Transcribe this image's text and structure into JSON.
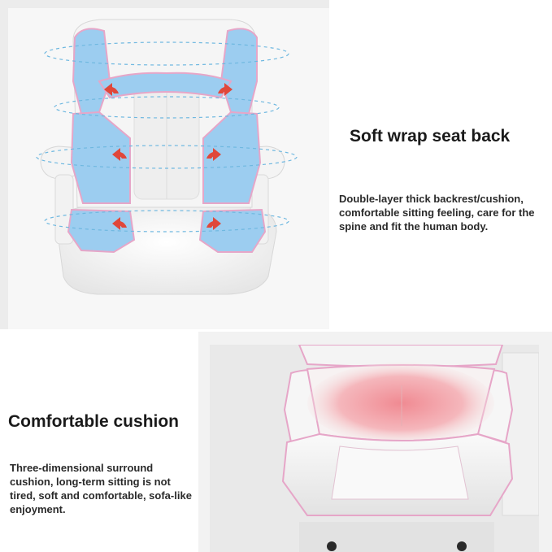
{
  "features": [
    {
      "title": "Soft wrap seat back",
      "description": "Double-layer thick backrest/cushion, comfortable sitting feeling, care for the spine and fit the human body."
    },
    {
      "title": "Comfortable cushion",
      "description": "Three-dimensional surround cushion, long-term sitting is not tired, soft and comfortable, sofa-like enjoyment."
    }
  ],
  "colors": {
    "background": "#ffffff",
    "text": "#1a1a1a",
    "backrest_highlight": "#9ccdf0",
    "seat_heat": "#f08a92",
    "piping": "#e6a6c8",
    "arrow": "#e0473a"
  },
  "images": [
    {
      "subject": "office-chair-backrest-diagram",
      "icon": "chair-backrest-image"
    },
    {
      "subject": "office-chair-seat-heat-closeup",
      "icon": "chair-seat-image"
    }
  ]
}
